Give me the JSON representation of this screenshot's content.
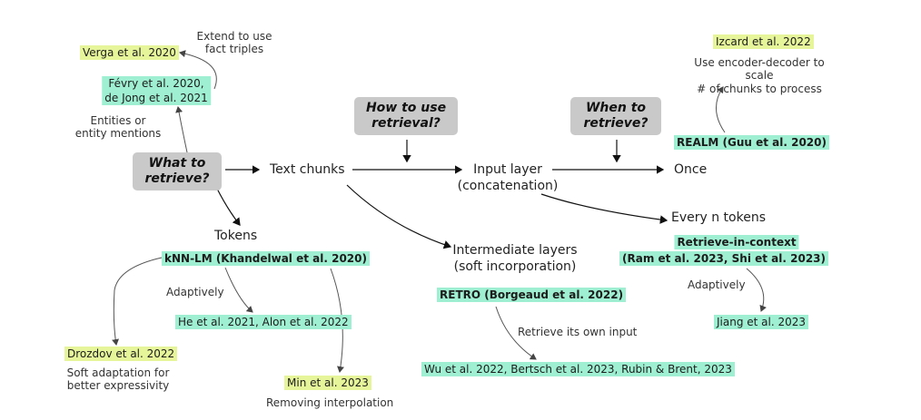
{
  "questions": {
    "what": "What to\nretrieve?",
    "how": "How to use\nretrieval?",
    "when": "When to\nretrieve?"
  },
  "nodes": {
    "text_chunks": "Text chunks",
    "input_layer": "Input layer",
    "concatenation": "(concatenation)",
    "once": "Once",
    "every_n": "Every n tokens",
    "intermediate": "Intermediate layers",
    "soft_incorp": "(soft incorporation)",
    "tokens": "Tokens"
  },
  "notes": {
    "extend": "Extend to use\nfact triples",
    "entities": "Entities or\nentity mentions",
    "encdec": "Use encoder-decoder to scale\n# of chunks to process",
    "adaptively_left": "Adaptively",
    "adaptively_right": "Adaptively",
    "retrieve_own": "Retrieve its own input",
    "soft_adapt": "Soft adaptation for\nbetter expressivity",
    "removing_interp": "Removing interpolation"
  },
  "refs": {
    "verga": "Verga et al. 2020",
    "fevry": "Févry et al. 2020,\nde Jong et al. 2021",
    "izcard": "Izcard et al. 2022",
    "realm": "REALM (Guu et al. 2020)",
    "knnlm": "kNN-LM (Khandelwal et al. 2020)",
    "he": "He et al. 2021, Alon et al. 2022",
    "retro": "RETRO (Borgeaud et al. 2022)",
    "ric1": "Retrieve-in-context",
    "ric2": "(Ram et al. 2023, Shi et al. 2023)",
    "jiang": "Jiang et al. 2023",
    "drozdov": "Drozdov et al. 2022",
    "min": "Min et al. 2023",
    "wu": "Wu et al. 2022, Bertsch et al. 2023, Rubin & Brent, 2023"
  },
  "colors": {
    "yellow_highlight": "#e7f59a",
    "teal_highlight": "#9ff0d2",
    "question_box": "#c9c9c9"
  }
}
